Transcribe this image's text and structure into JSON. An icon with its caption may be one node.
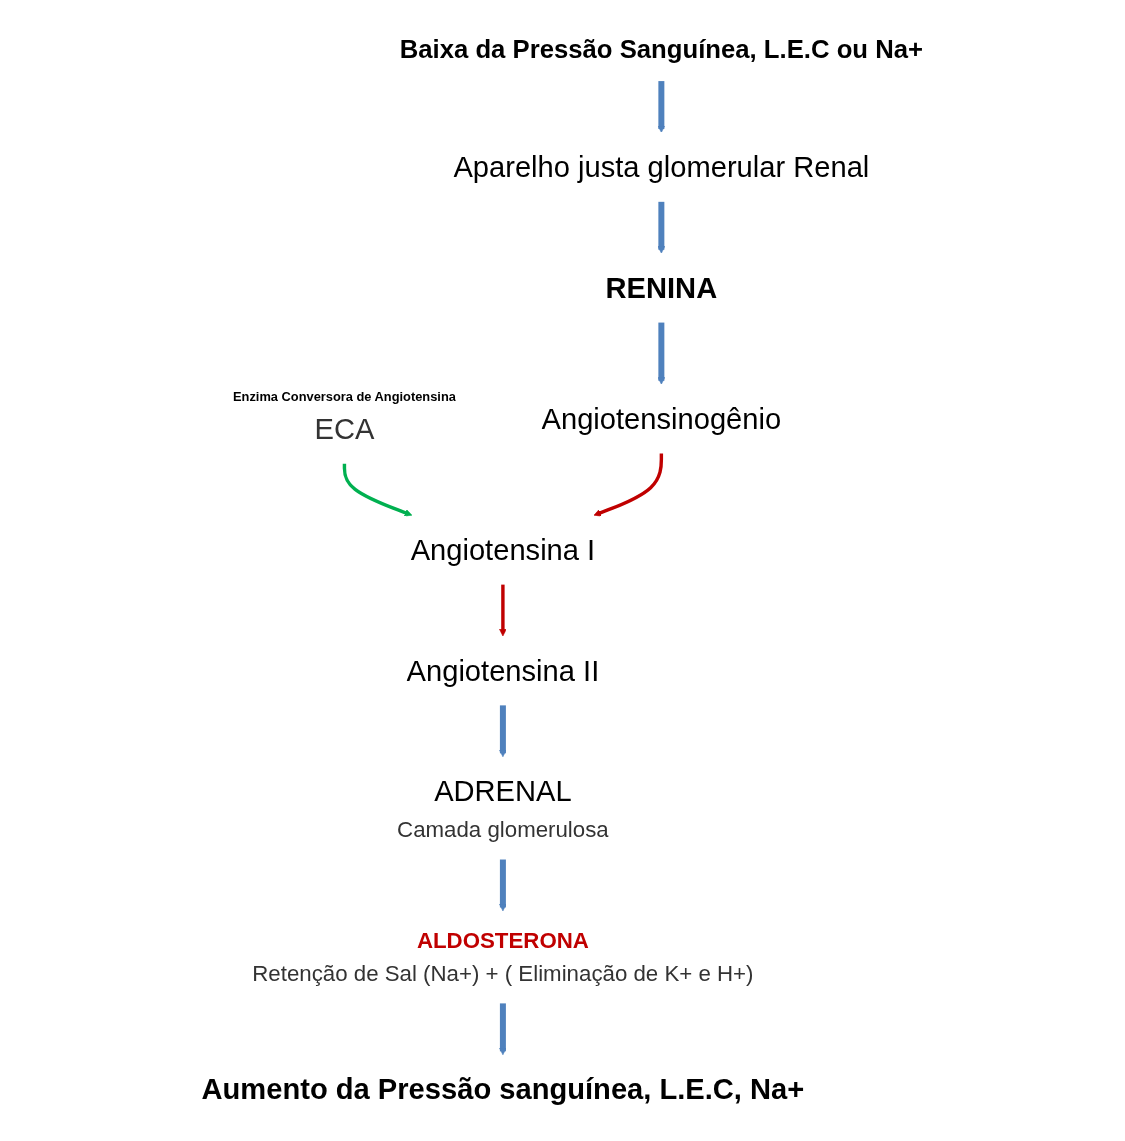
{
  "diagram": {
    "nodes": [
      {
        "text": [
          "Baixa da Pressão Sanguínea, L.E.C ou Na+"
        ]
      },
      {
        "text": [
          "Aparelho justa glomerular Renal"
        ]
      },
      {
        "text": [
          "RENINA"
        ]
      },
      {
        "text": [
          "Enzima Conversora de Angiotensina",
          "ECA"
        ]
      },
      {
        "text": [
          "Angiotensinogênio"
        ]
      },
      {
        "text": [
          "Angiotensina I"
        ]
      },
      {
        "text": [
          "Angiotensina II"
        ]
      },
      {
        "text": [
          "ADRENAL",
          "Camada glomerulosa"
        ]
      },
      {
        "text": [
          "ALDOSTERONA",
          "Retenção de Sal (Na+) + ( Eliminação de K+ e H+)"
        ]
      },
      {
        "text": [
          "Aumento da Pressão sanguínea, L.E.C, Na+"
        ]
      }
    ],
    "edges": [
      {
        "from": 0,
        "to": 1,
        "arrow": "to"
      },
      {
        "from": 1,
        "to": 2,
        "arrow": "to"
      },
      {
        "from": 2,
        "to": 4,
        "arrow": "to"
      },
      {
        "from": 3,
        "to": 5,
        "arrow": "to",
        "color": "#00b050"
      },
      {
        "from": 4,
        "to": 5,
        "arrow": "to",
        "color": "#c00000"
      },
      {
        "from": 5,
        "to": 6,
        "arrow": "to",
        "color": "#c00000"
      },
      {
        "from": 6,
        "to": 7,
        "arrow": "to"
      },
      {
        "from": 7,
        "to": 8,
        "arrow": "to"
      },
      {
        "from": 8,
        "to": 9,
        "arrow": "to"
      }
    ]
  }
}
